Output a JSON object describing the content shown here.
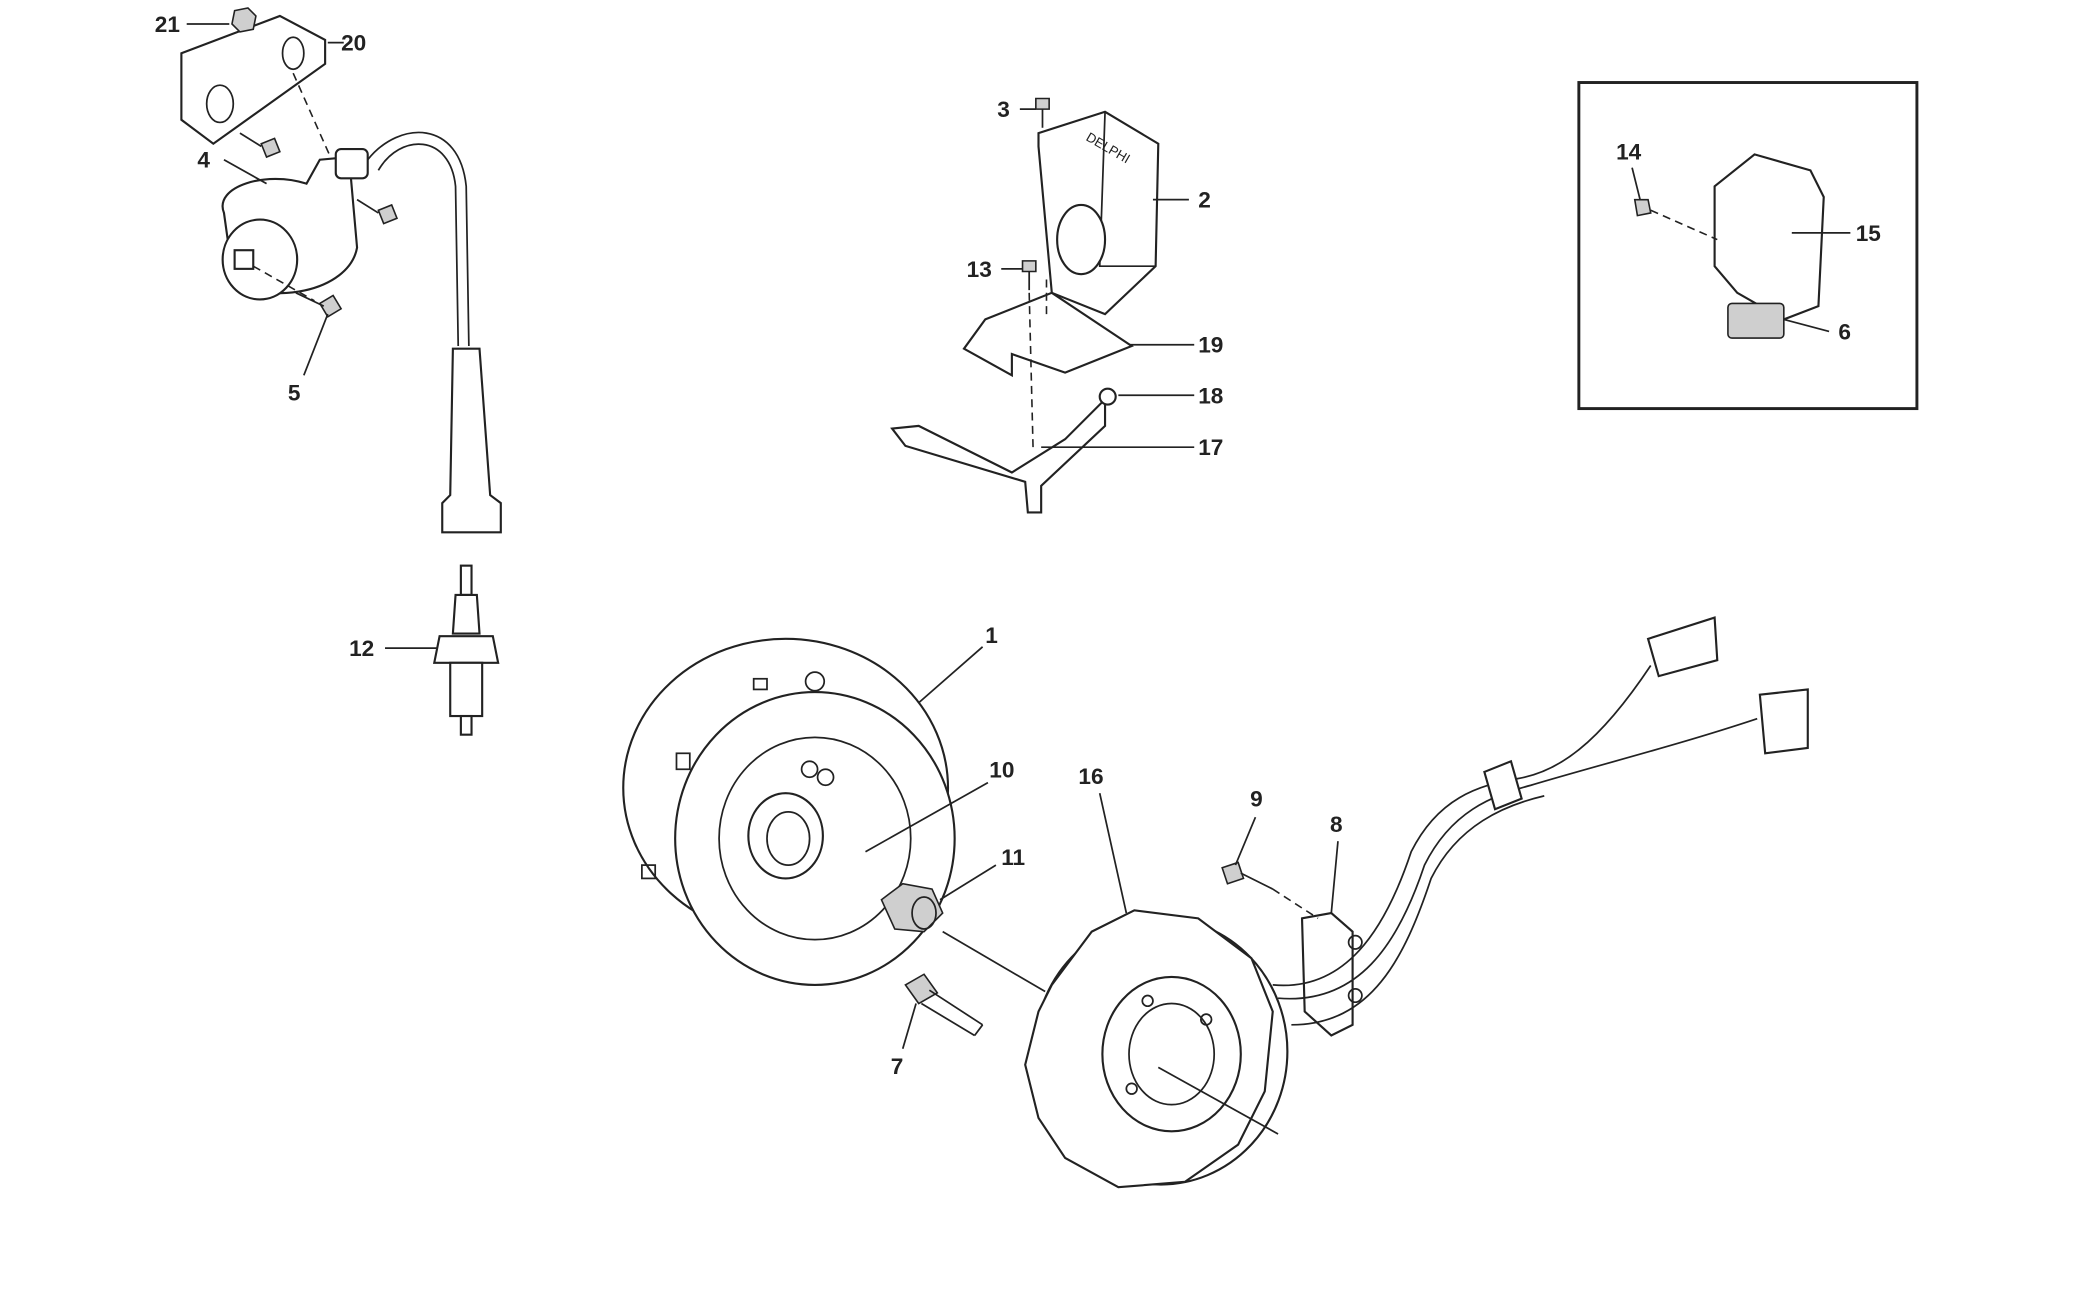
{
  "diagram": {
    "type": "exploded-parts-diagram",
    "callouts": [
      "1",
      "2",
      "3",
      "4",
      "5",
      "6",
      "7",
      "8",
      "9",
      "10",
      "11",
      "12",
      "13",
      "14",
      "15",
      "16",
      "17",
      "18",
      "19",
      "20",
      "21"
    ],
    "ecu_brand": "DELPHI"
  }
}
